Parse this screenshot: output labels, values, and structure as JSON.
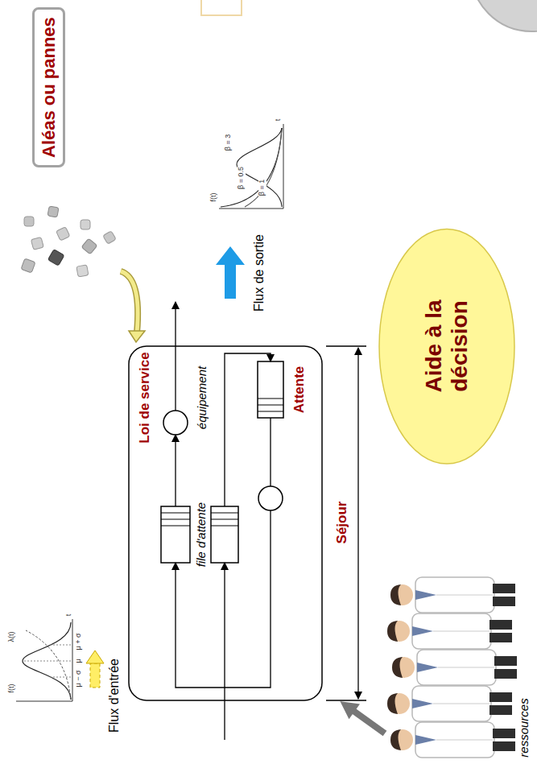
{
  "diagram": {
    "nodes": [
      {
        "text": [
          "Aléas ou pannes"
        ]
      },
      {
        "text": [
          "Aide à la décision"
        ]
      }
    ],
    "labels": [
      "Loi de service",
      "file d'attente",
      "équipement",
      "Attente",
      "Séjour",
      "Flux de sortie",
      "Flux d'entrée",
      "ressources",
      "f(t)",
      "λ(t)",
      "t",
      "μ − σ",
      "μ",
      "μ + σ",
      "f(t)",
      "t",
      "β = 0.5",
      "β = 1",
      "β = 3"
    ]
  }
}
